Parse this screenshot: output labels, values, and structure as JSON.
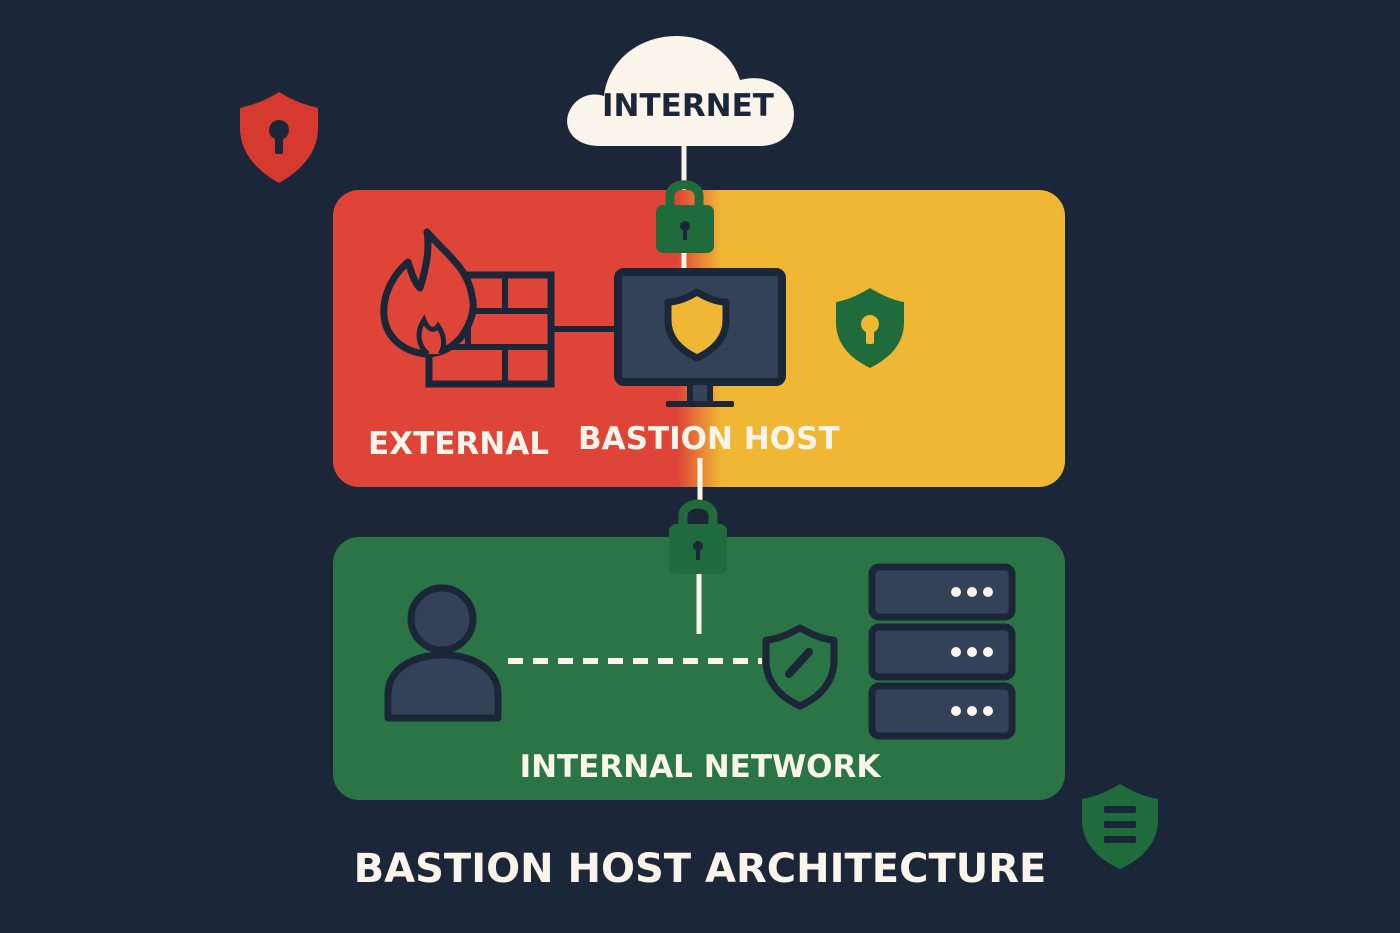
{
  "cloud": {
    "label": "INTERNET"
  },
  "zones": {
    "external": {
      "label": "EXTERNAL"
    },
    "bastion": {
      "label": "BASTION HOST"
    },
    "internal": {
      "label": "INTERNAL NETWORK"
    }
  },
  "title": "BASTION HOST ARCHITECTURE",
  "colors": {
    "background": "#1b2639",
    "external_zone": "#de4437",
    "bastion_zone": "#efb733",
    "internal_zone": "#2a7446",
    "cloud": "#fbf4ea",
    "lock": "#1f6b3c",
    "dark_icon": "#334259",
    "outline": "#1b2639",
    "text_light": "#fbf4ea"
  },
  "icons": [
    "shield-keyhole-icon",
    "cloud-icon",
    "padlock-icon",
    "firewall-flame-icon",
    "monitor-shield-icon",
    "user-icon",
    "shield-check-icon",
    "server-stack-icon",
    "shield-list-icon"
  ]
}
